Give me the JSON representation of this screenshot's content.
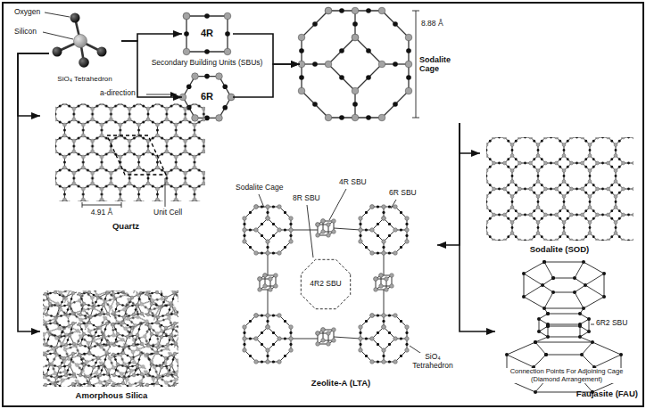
{
  "diagram": {
    "nodes": [
      {
        "text": [
          "SiO₄ Tetrahedron"
        ]
      },
      {
        "text": [
          "4R"
        ]
      },
      {
        "text": [
          "6R"
        ]
      },
      {
        "text": [
          "Sodalite Cage"
        ]
      },
      {
        "text": [
          "Quartz"
        ]
      },
      {
        "text": [
          "Amorphous Silica"
        ]
      },
      {
        "text": [
          "Zeolite-A (LTA)"
        ]
      },
      {
        "text": [
          "Sodalite (SOD)"
        ]
      },
      {
        "text": [
          "Faujasite (FAU)"
        ]
      }
    ],
    "edges": [
      {
        "from": 0,
        "to": 1,
        "arrow": "to"
      },
      {
        "from": 0,
        "to": 2,
        "arrow": "to"
      },
      {
        "from": 1,
        "to": 3,
        "arrow": "to"
      },
      {
        "from": 2,
        "to": 3,
        "arrow": "to"
      },
      {
        "from": 0,
        "to": 4,
        "arrow": "to"
      },
      {
        "from": 0,
        "to": 5,
        "arrow": "to"
      },
      {
        "from": 3,
        "to": 7,
        "arrow": "to"
      },
      {
        "from": 3,
        "to": 6,
        "arrow": "to"
      },
      {
        "from": 3,
        "to": 8,
        "arrow": "to"
      }
    ],
    "labels": [
      "Oxygen",
      "Silicon",
      "Secondary Building Units (SBUs)",
      "8.88 Å",
      "a-direction",
      "4.91 Å",
      "Unit Cell",
      "Sodalite Cage",
      "8R SBU",
      "4R SBU",
      "6R SBU",
      "4R2 SBU",
      "SiO₄ Tetrahedron",
      "6R2 SBU",
      "Connection Points For Adjoining Cage (Diamond Arrangement)"
    ]
  }
}
